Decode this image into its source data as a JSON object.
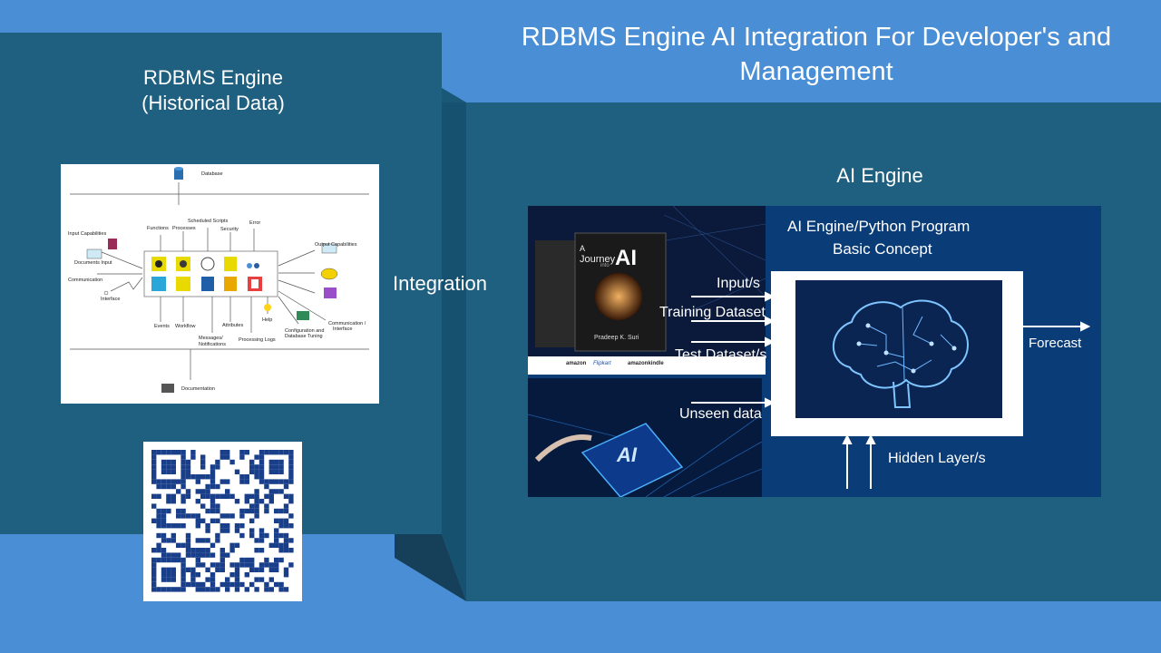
{
  "slide": {
    "title": "RDBMS Engine AI Integration For Developer's  and Management",
    "left_title": "RDBMS Engine\n(Historical Data)",
    "integration_label": "Integration",
    "ai_engine_title": "AI Engine"
  },
  "uml": {
    "labels": {
      "database": "Database",
      "input_capabilities": "Input Capabilities",
      "documents_input": "Documents Input",
      "communication": "Communication",
      "interface": "Interface",
      "functions": "Functions",
      "processes": "Processes",
      "scheduled_scripts": "Scheduled Scripts",
      "security": "Security",
      "error": "Error",
      "output_capabilities": "Output Capabilities",
      "events": "Events",
      "workflow": "Workflow",
      "messages": "Messages/",
      "notifications": "Notifications",
      "attributes": "Attributes",
      "processing_logs": "Processing Logs",
      "help": "Help",
      "config1": "Configuration and",
      "config2": "Database Tuning",
      "comm_interface1": "Communication /",
      "comm_interface2": "Interface",
      "documentation": "Documentation"
    }
  },
  "ai": {
    "heading_line1": "AI Engine/Python Program",
    "heading_line2": "Basic Concept",
    "inputs": [
      "Input/s",
      "Training Dataset",
      "Test Dataset/s",
      "Unseen data"
    ],
    "output": "Forecast",
    "hidden": "Hidden Layer/s",
    "book": {
      "small": "A",
      "line1": "Journey",
      "line1b": "into",
      "big": "AI",
      "author": "Pradeep K. Suri",
      "stores": [
        "amazon",
        "Flipkart",
        "amazonkindle"
      ]
    },
    "chip_text": "AI"
  },
  "colors": {
    "background": "#4a8fd6",
    "panel": "#1f5f80",
    "ai_panel": "#0a3c78"
  }
}
